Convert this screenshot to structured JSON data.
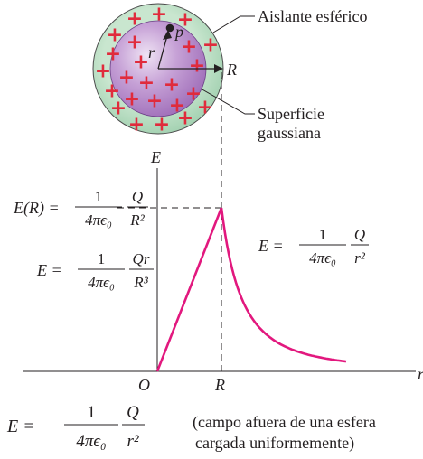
{
  "figure": {
    "sphere": {
      "insulator_label": "Aislante esférico",
      "gaussian_label_line1": "Superficie",
      "gaussian_label_line2": "gaussiana",
      "point_label": "p",
      "radius_label": "r",
      "big_radius_label": "R",
      "charge_symbol": "+",
      "colors": {
        "outer": "#a8d5b3",
        "inner": "#b98ccf",
        "charge": "#e02b3c"
      }
    },
    "graph": {
      "y_axis_label": "E",
      "x_axis_label": "r",
      "origin_label": "O",
      "r_tick_label": "R",
      "curve_color": "#e2187e",
      "left_prefix": "E(R) =",
      "formula_peak": {
        "lhs": "E(R) =",
        "num": "1",
        "den": "4πϵ₀",
        "q_num": "Q",
        "q_den": "R²"
      },
      "formula_inside": {
        "lhs": "E =",
        "num": "1",
        "den": "4πϵ₀",
        "q_num": "Qr",
        "q_den": "R³"
      },
      "formula_outside": {
        "lhs": "E =",
        "num": "1",
        "den": "4πϵ₀",
        "q_num": "Q",
        "q_den": "r²"
      }
    },
    "bottom": {
      "formula": {
        "lhs": "E =",
        "num": "1",
        "den": "4πϵ₀",
        "q_num": "Q",
        "q_den": "r²"
      },
      "note_line1": "(campo afuera de una esfera",
      "note_line2": "cargada uniformemente)"
    }
  }
}
